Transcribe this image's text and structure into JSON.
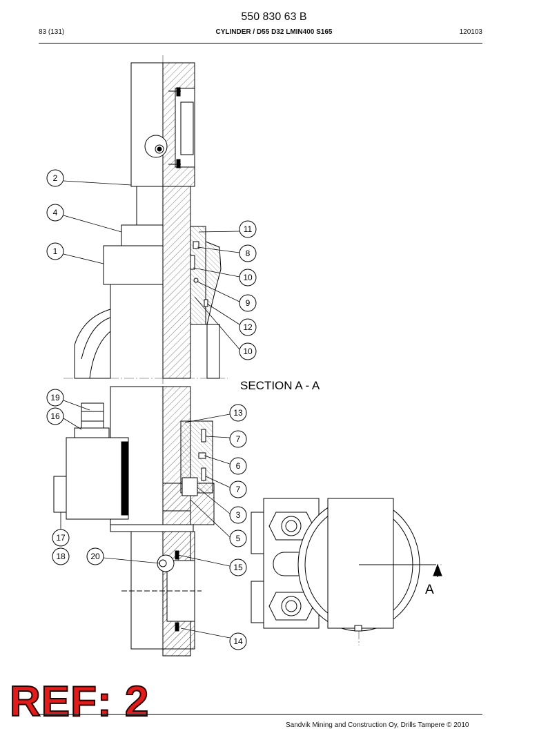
{
  "header": {
    "doc_number": "550 830 63 B",
    "page": "83 (131)",
    "title": "CYLINDER / D55 D32 LMIN400 S165",
    "code": "120103"
  },
  "drawing": {
    "section_label": "SECTION A - A",
    "view_marker": "A",
    "balloons": [
      "2",
      "4",
      "1",
      "11",
      "8",
      "10",
      "9",
      "12",
      "10",
      "19",
      "16",
      "13",
      "7",
      "6",
      "7",
      "3",
      "5",
      "17",
      "18",
      "20",
      "15",
      "14"
    ]
  },
  "stamp": "REF: 2",
  "footer": "Sandvik Mining and Construction Oy, Drills Tampere © 2010"
}
